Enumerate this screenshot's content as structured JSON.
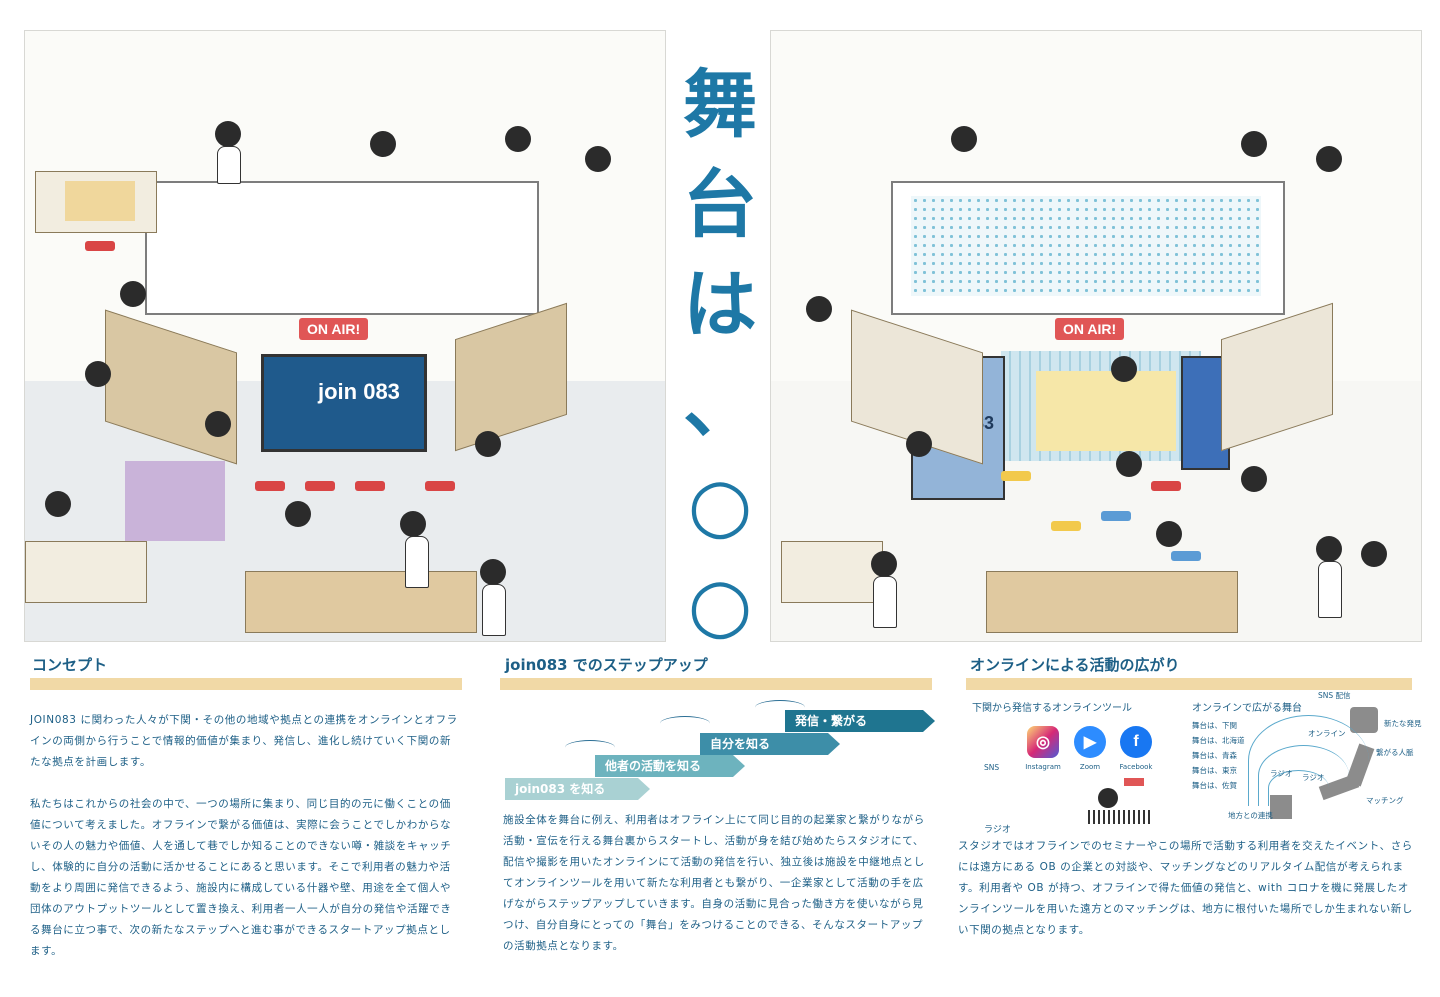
{
  "title": [
    "舞",
    "台",
    "は",
    "、",
    "○",
    "○"
  ],
  "illustration": {
    "onair_left": "ON AIR!",
    "onair_right": "ON AIR!",
    "screen_logo": "join 083",
    "banner_logo": "join 083"
  },
  "concept": {
    "heading": "コンセプト",
    "paragraphs": [
      "JOIN083 に関わった人々が下関・その他の地域や拠点との連携をオンラインとオフラインの両側から行うことで情報的価値が集まり、発信し、進化し続けていく下関の新たな拠点を計画します。",
      "私たちはこれからの社会の中で、一つの場所に集まり、同じ目的の元に働くことの価値について考えました。オフラインで繋がる価値は、実際に会うことでしかわからないその人の魅力や価値、人を通して巷でしか知ることのできない噂・雑談をキャッチし、体験的に自分の活動に活かせることにあると思います。そこで利用者の魅力や活動をより周囲に発信できるよう、施設内に構成している什器や壁、用途を全て個人や団体のアウトプットツールとして置き換え、利用者一人一人が自分の発信や活躍できる舞台に立つ事で、次の新たなステップへと進む事ができるスタートアップ拠点とします。"
    ]
  },
  "steps": {
    "heading": "join083 でのステップアップ",
    "items": [
      {
        "label": "join083 を知る",
        "color": "#a9d1d3"
      },
      {
        "label": "他者の活動を知る",
        "color": "#6db3be"
      },
      {
        "label": "自分を知る",
        "color": "#3d8ea8"
      },
      {
        "label": "発信・繋がる",
        "color": "#1f7590"
      }
    ],
    "paragraph": "施設全体を舞台に例え、利用者はオフライン上にて同じ目的の起業家と繋がりながら活動・宣伝を行える舞台裏からスタートし、活動が身を結び始めたらスタジオにて、配信や撮影を用いたオンラインにて活動の発信を行い、独立後は施設を中継地点としてオンラインツールを用いて新たな利用者とも繋がり、一企業家として活動の手を広げながらステップアップしていきます。自身の活動に見合った働き方を使いながら見つけ、自分自身にとっての「舞台」をみつけることのできる、そんなスタートアップの活動拠点となります。"
  },
  "online": {
    "heading": "オンラインによる活動の広がり",
    "tools_heading": "下関から発信するオンラインツール",
    "spread_heading": "オンラインで広がる舞台",
    "sns_label": "SNS",
    "radio_label": "ラジオ",
    "apps": [
      {
        "name": "Instagram",
        "icon": "instagram-icon",
        "color": "#d6336c"
      },
      {
        "name": "Zoom",
        "icon": "zoom-icon",
        "color": "#2d8cff"
      },
      {
        "name": "Facebook",
        "icon": "facebook-icon",
        "color": "#1877f2"
      }
    ],
    "stages": [
      "舞台は、下関",
      "舞台は、北海道",
      "舞台は、青森",
      "舞台は、東京",
      "舞台は、佐賀"
    ],
    "map_labels": [
      "SNS 配信",
      "新たな発見",
      "オンライン",
      "繋がる人脈",
      "ラジオ",
      "マッチング",
      "地方との連携",
      "ラジオ"
    ],
    "paragraph": "スタジオではオフラインでのセミナーやこの場所で活動する利用者を交えたイベント、さらには遠方にある OB の企業との対談や、マッチングなどのリアルタイム配信が考えられます。利用者や OB が持つ、オフラインで得た価値の発信と、with コロナを機に発展したオンラインツールを用いた遠方とのマッチングは、地方に根付いた場所でしか生まれない新しい下関の拠点となります。"
  }
}
